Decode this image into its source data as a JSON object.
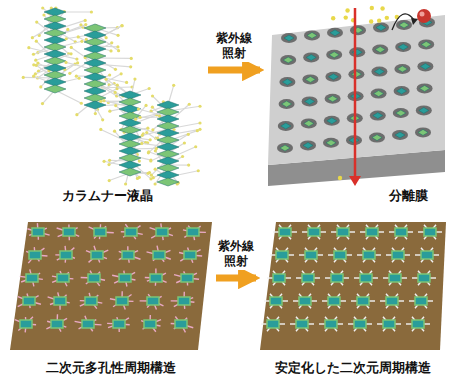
{
  "diagram": {
    "nodes": [
      {
        "text": [
          "カラムナー液晶"
        ]
      },
      {
        "text": [
          "分離膜"
        ]
      },
      {
        "text": [
          "二次元多孔性周期構造"
        ]
      },
      {
        "text": [
          "安定化した二次元周期構造"
        ]
      }
    ],
    "edges": [
      {
        "from": 0,
        "to": 1,
        "label": "紫外線 照射",
        "arrow": "to"
      },
      {
        "from": 2,
        "to": 3,
        "label": "紫外線 照射",
        "arrow": "to"
      }
    ]
  }
}
